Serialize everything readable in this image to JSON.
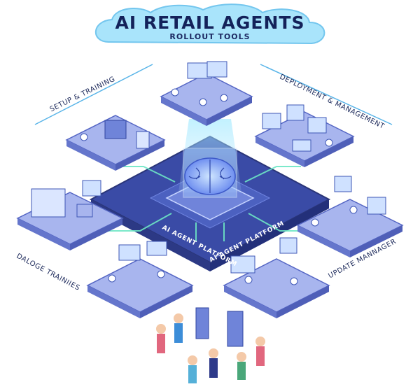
{
  "header": {
    "title": "AI RETAIL AGENTS",
    "subtitle": "ROLLOUT TOOLS"
  },
  "sections": {
    "setup": "SETUP & TRAINING",
    "deployment": "DEPLOYMENT & MANAGEMENT",
    "dialogue": "DALOGE TRAINIIES",
    "update": "UPDATE MANNAGER"
  },
  "platform": {
    "label_a": "AI AGENT PLATFORM",
    "label_b": "AI AGENT PLATFORM"
  },
  "colors": {
    "cloud": "#a9e4fb",
    "platform_top": "#3a4ba6",
    "platform_edge": "#27337a",
    "tile_top": "#a8b5ee",
    "tile_side": "#6576cc",
    "brain": "#8ab0ff",
    "accent_teal": "#55d9e8"
  }
}
